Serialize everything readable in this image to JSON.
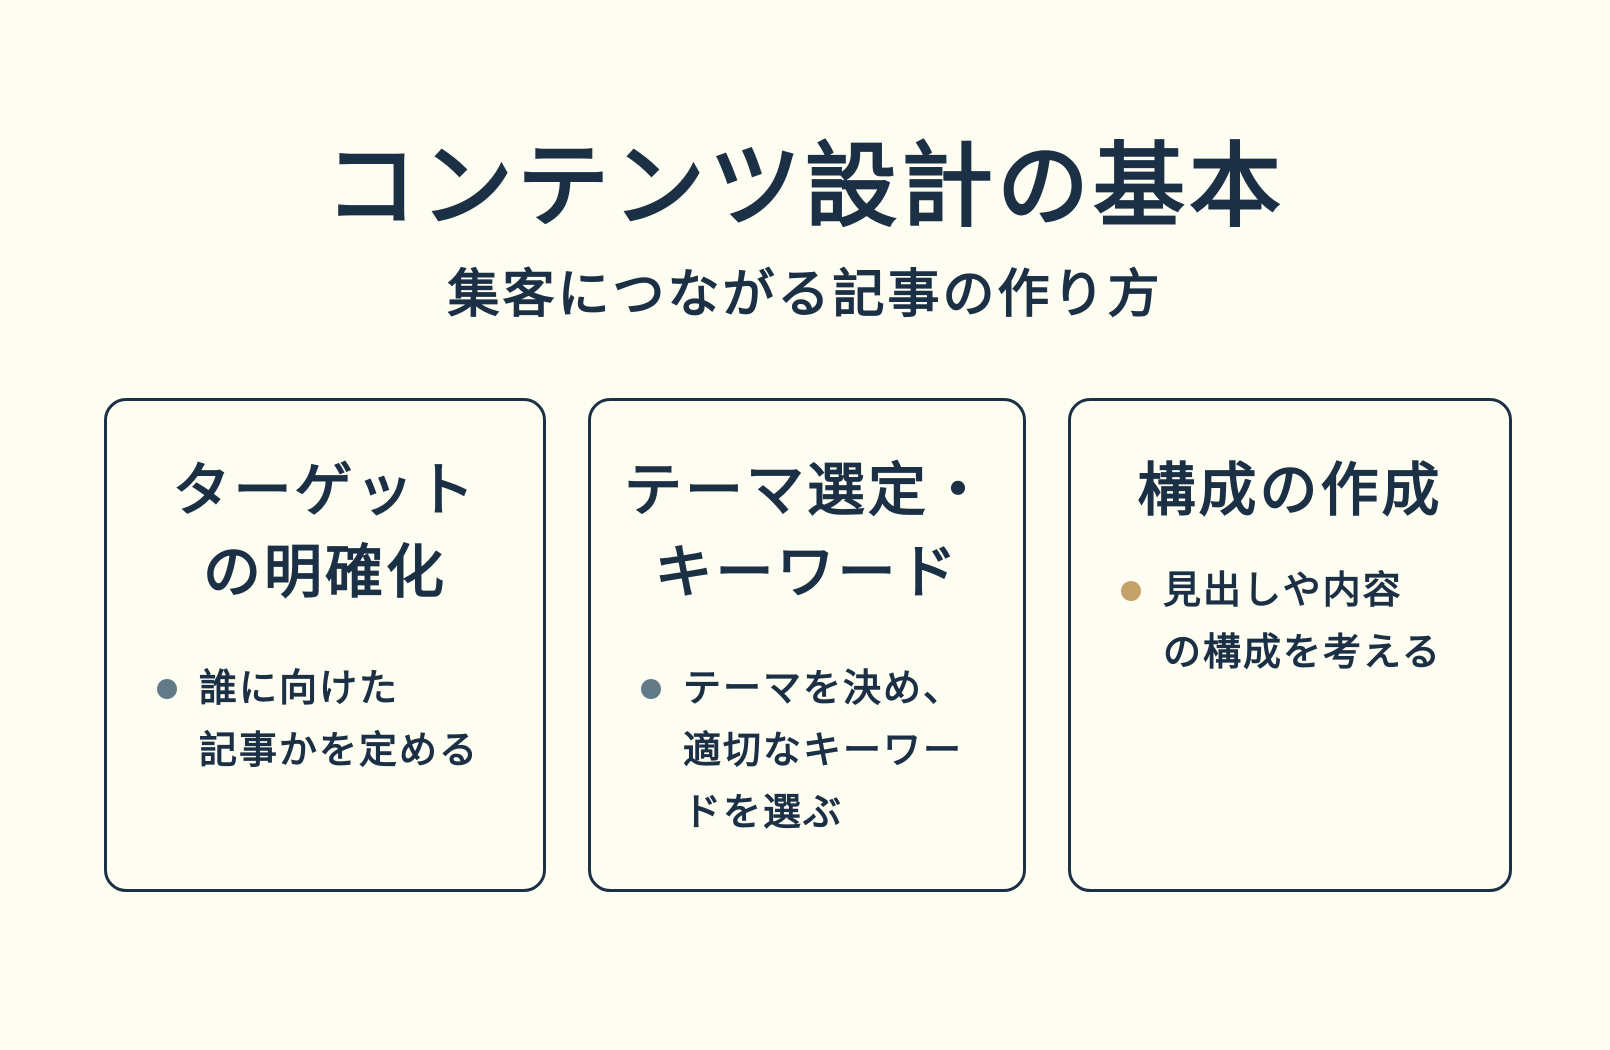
{
  "title": "コンテンツ設計の基本",
  "subtitle": "集客につながる記事の作り方",
  "colors": {
    "background": "#fefdf2",
    "text": "#1b2f45",
    "bullet_gray": "#627a87",
    "bullet_gold": "#c5a267"
  },
  "cards": [
    {
      "title": "ターゲット\nの明確化",
      "bullet": "誰に向けた\n記事かを定める",
      "bullet_color": "#627a87"
    },
    {
      "title": "テーマ選定・\nキーワード",
      "bullet": "テーマを決め、\n適切なキーワー\nドを選ぶ",
      "bullet_color": "#627a87"
    },
    {
      "title": "構成の作成",
      "bullet": "見出しや内容\nの構成を考える",
      "bullet_color": "#c5a267"
    }
  ]
}
